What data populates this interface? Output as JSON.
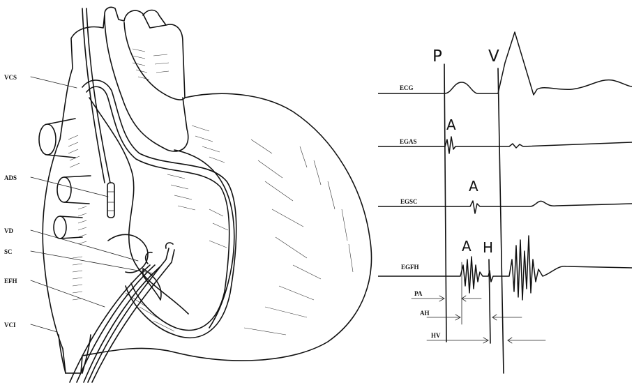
{
  "anatomy_labels": {
    "vcs": "VCS",
    "ads": "ADS",
    "vd": "VD",
    "sc": "SC",
    "efh": "EFH",
    "vci": "VCI"
  },
  "tracings": {
    "ecg": "ECG",
    "egas": "EGAS",
    "egsc": "EGSC",
    "egfh": "EGFH"
  },
  "markers": {
    "p": "P",
    "v": "V",
    "a1": "A",
    "a2": "A",
    "a3": "A",
    "h": "H"
  },
  "intervals": {
    "pa": "PA",
    "ah": "AH",
    "hv": "HV"
  }
}
